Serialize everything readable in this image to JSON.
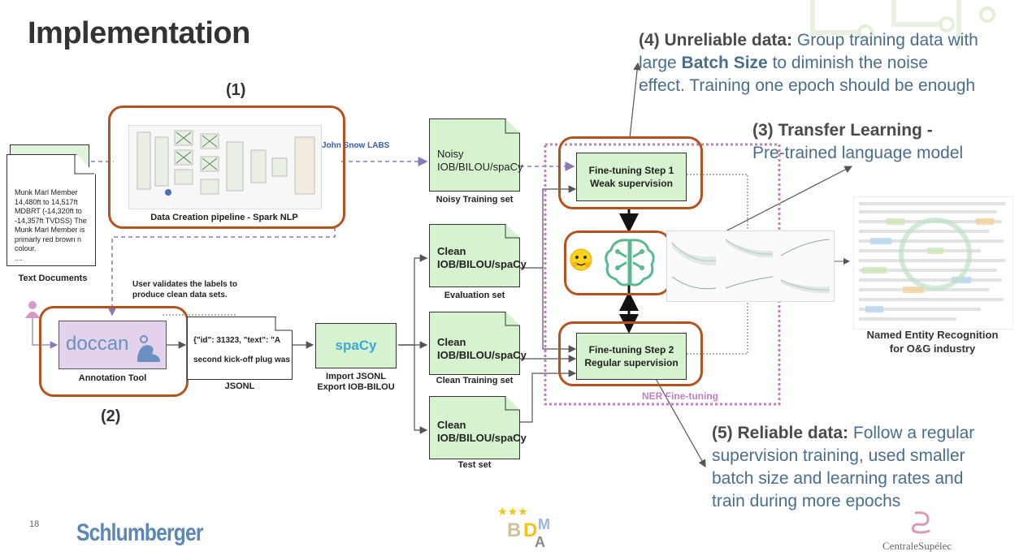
{
  "slide": {
    "title": "Implementation",
    "page_number": "18"
  },
  "labels": {
    "step1_num": "(1)",
    "step2_num": "(2)"
  },
  "text_documents": {
    "content_lines": [
      "Munk Marl Member",
      "14,480ft to 14,517ft",
      "MDBRT (-14,320ft to",
      "-14,357ft TVDSS) The",
      "Munk Marl Member is",
      "primarly red brown n",
      "colour.",
      "...."
    ],
    "caption": "Text Documents"
  },
  "pipeline": {
    "caption": "Data Creation pipeline - Spark NLP",
    "logo_text": "John Snow LABS"
  },
  "annotation": {
    "validation_note": "User validates the labels to produce clean data sets.",
    "doccano_text": "doccan",
    "caption": "Annotation Tool"
  },
  "jsonl": {
    "line1": "{\"id\": 31323, \"text\": \"A",
    "line2": "second kick-off plug was",
    "caption": "JSONL"
  },
  "spacy": {
    "label": "spaCy",
    "caption_line1": "Import JSONL",
    "caption_line2": "Export IOB-BILOU"
  },
  "datasets": {
    "noisy": {
      "line1": "Noisy",
      "line2": "IOB/BILOU/spaCy",
      "caption": "Noisy Training set"
    },
    "evaluation": {
      "line1": "Clean",
      "line2": "IOB/BILOU/spaCy",
      "caption": "Evaluation set"
    },
    "training": {
      "line1": "Clean",
      "line2": "IOB/BILOU/spaCy",
      "caption": "Clean Training set"
    },
    "test": {
      "line1": "Clean",
      "line2": "IOB/BILOU/spaCy",
      "caption": "Test set"
    }
  },
  "finetuning": {
    "step1_line1": "Fine-tuning Step 1",
    "step1_line2": "Weak supervision",
    "step2_line1": "Fine-tuning Step 2",
    "step2_line2": "Regular supervision",
    "region_label": "NER Fine-tuning"
  },
  "notes": {
    "n4_head": "(4) Unreliable data:",
    "n4_a": " Group training data with",
    "n4_b1": "large ",
    "n4_b_bold": "Batch Size",
    "n4_b2": "  to diminish the noise",
    "n4_c": "effect. Training one epoch should be enough",
    "n3_head": "(3) Transfer Learning -",
    "n3_body": "Pre-trained language model",
    "n5_head": "(5) Reliable data:",
    "n5_a": " Follow a regular",
    "n5_b": "supervision training, used smaller",
    "n5_c": "batch size and learning rates and",
    "n5_d": "train during more epochs"
  },
  "ner_output": {
    "caption_line1": "Named Entity Recognition",
    "caption_line2": "for O&G industry"
  },
  "logos": {
    "schlumberger": "Schlumberger",
    "bdma_b": "B",
    "bdma_d": "D",
    "bdma_m": "M",
    "bdma_a": "A",
    "centrale": "CentraleSupélec"
  },
  "colors": {
    "orange_border": "#b5521f",
    "green_fill": "#d6f2cf",
    "note_blue": "#4a6d8c",
    "dotted_purple": "#c07fc0",
    "schlumberger_blue": "#5b86b5"
  }
}
